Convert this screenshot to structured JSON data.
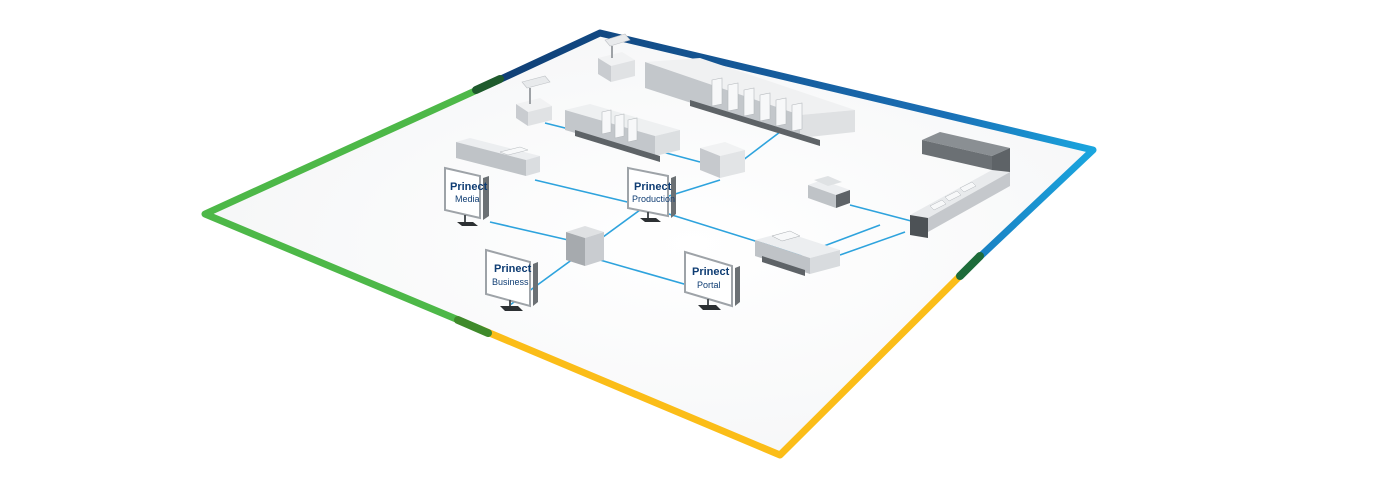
{
  "colors": {
    "green": "#4db848",
    "yellow": "#fbbd18",
    "navy": "#0f3d73",
    "cyan": "#1aa6df",
    "network": "#2ea3dd",
    "machine_light": "#e6e8ea",
    "machine_mid": "#b9bdc1",
    "machine_dark": "#5e6367",
    "prinect_text": "#0f3d73"
  },
  "monitors": [
    {
      "id": "media",
      "title": "Prinect",
      "subtitle": "Media"
    },
    {
      "id": "production",
      "title": "Prinect",
      "subtitle": "Production"
    },
    {
      "id": "business",
      "title": "Prinect",
      "subtitle": "Business"
    },
    {
      "id": "portal",
      "title": "Prinect",
      "subtitle": "Portal"
    }
  ]
}
